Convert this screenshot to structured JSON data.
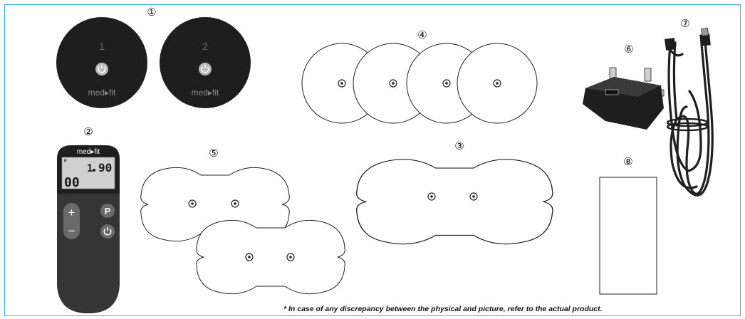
{
  "labels": {
    "item1": "①",
    "item2": "②",
    "item3": "③",
    "item4": "④",
    "item5": "⑤",
    "item6": "⑥",
    "item7": "⑦",
    "item8": "⑧"
  },
  "pods": [
    {
      "number": "1",
      "brand": "med▸fit"
    },
    {
      "number": "2",
      "brand": "med▸fit"
    }
  ],
  "remote": {
    "brand": "med▸fit",
    "lcd_top_small": "P",
    "lcd_top": "1",
    "lcd_time": "90",
    "lcd_bottom": "00",
    "plus": "+",
    "minus": "−",
    "program": "P"
  },
  "disclaimer": "* In case of any discrepancy between the physical and picture, refer to the actual product.",
  "colors": {
    "frame": "#35b8d4",
    "device": "#1e1e1e",
    "remote_body": "#353535"
  },
  "icons": [
    "power-icon",
    "plus-icon",
    "minus-icon",
    "usb-port-icon"
  ]
}
